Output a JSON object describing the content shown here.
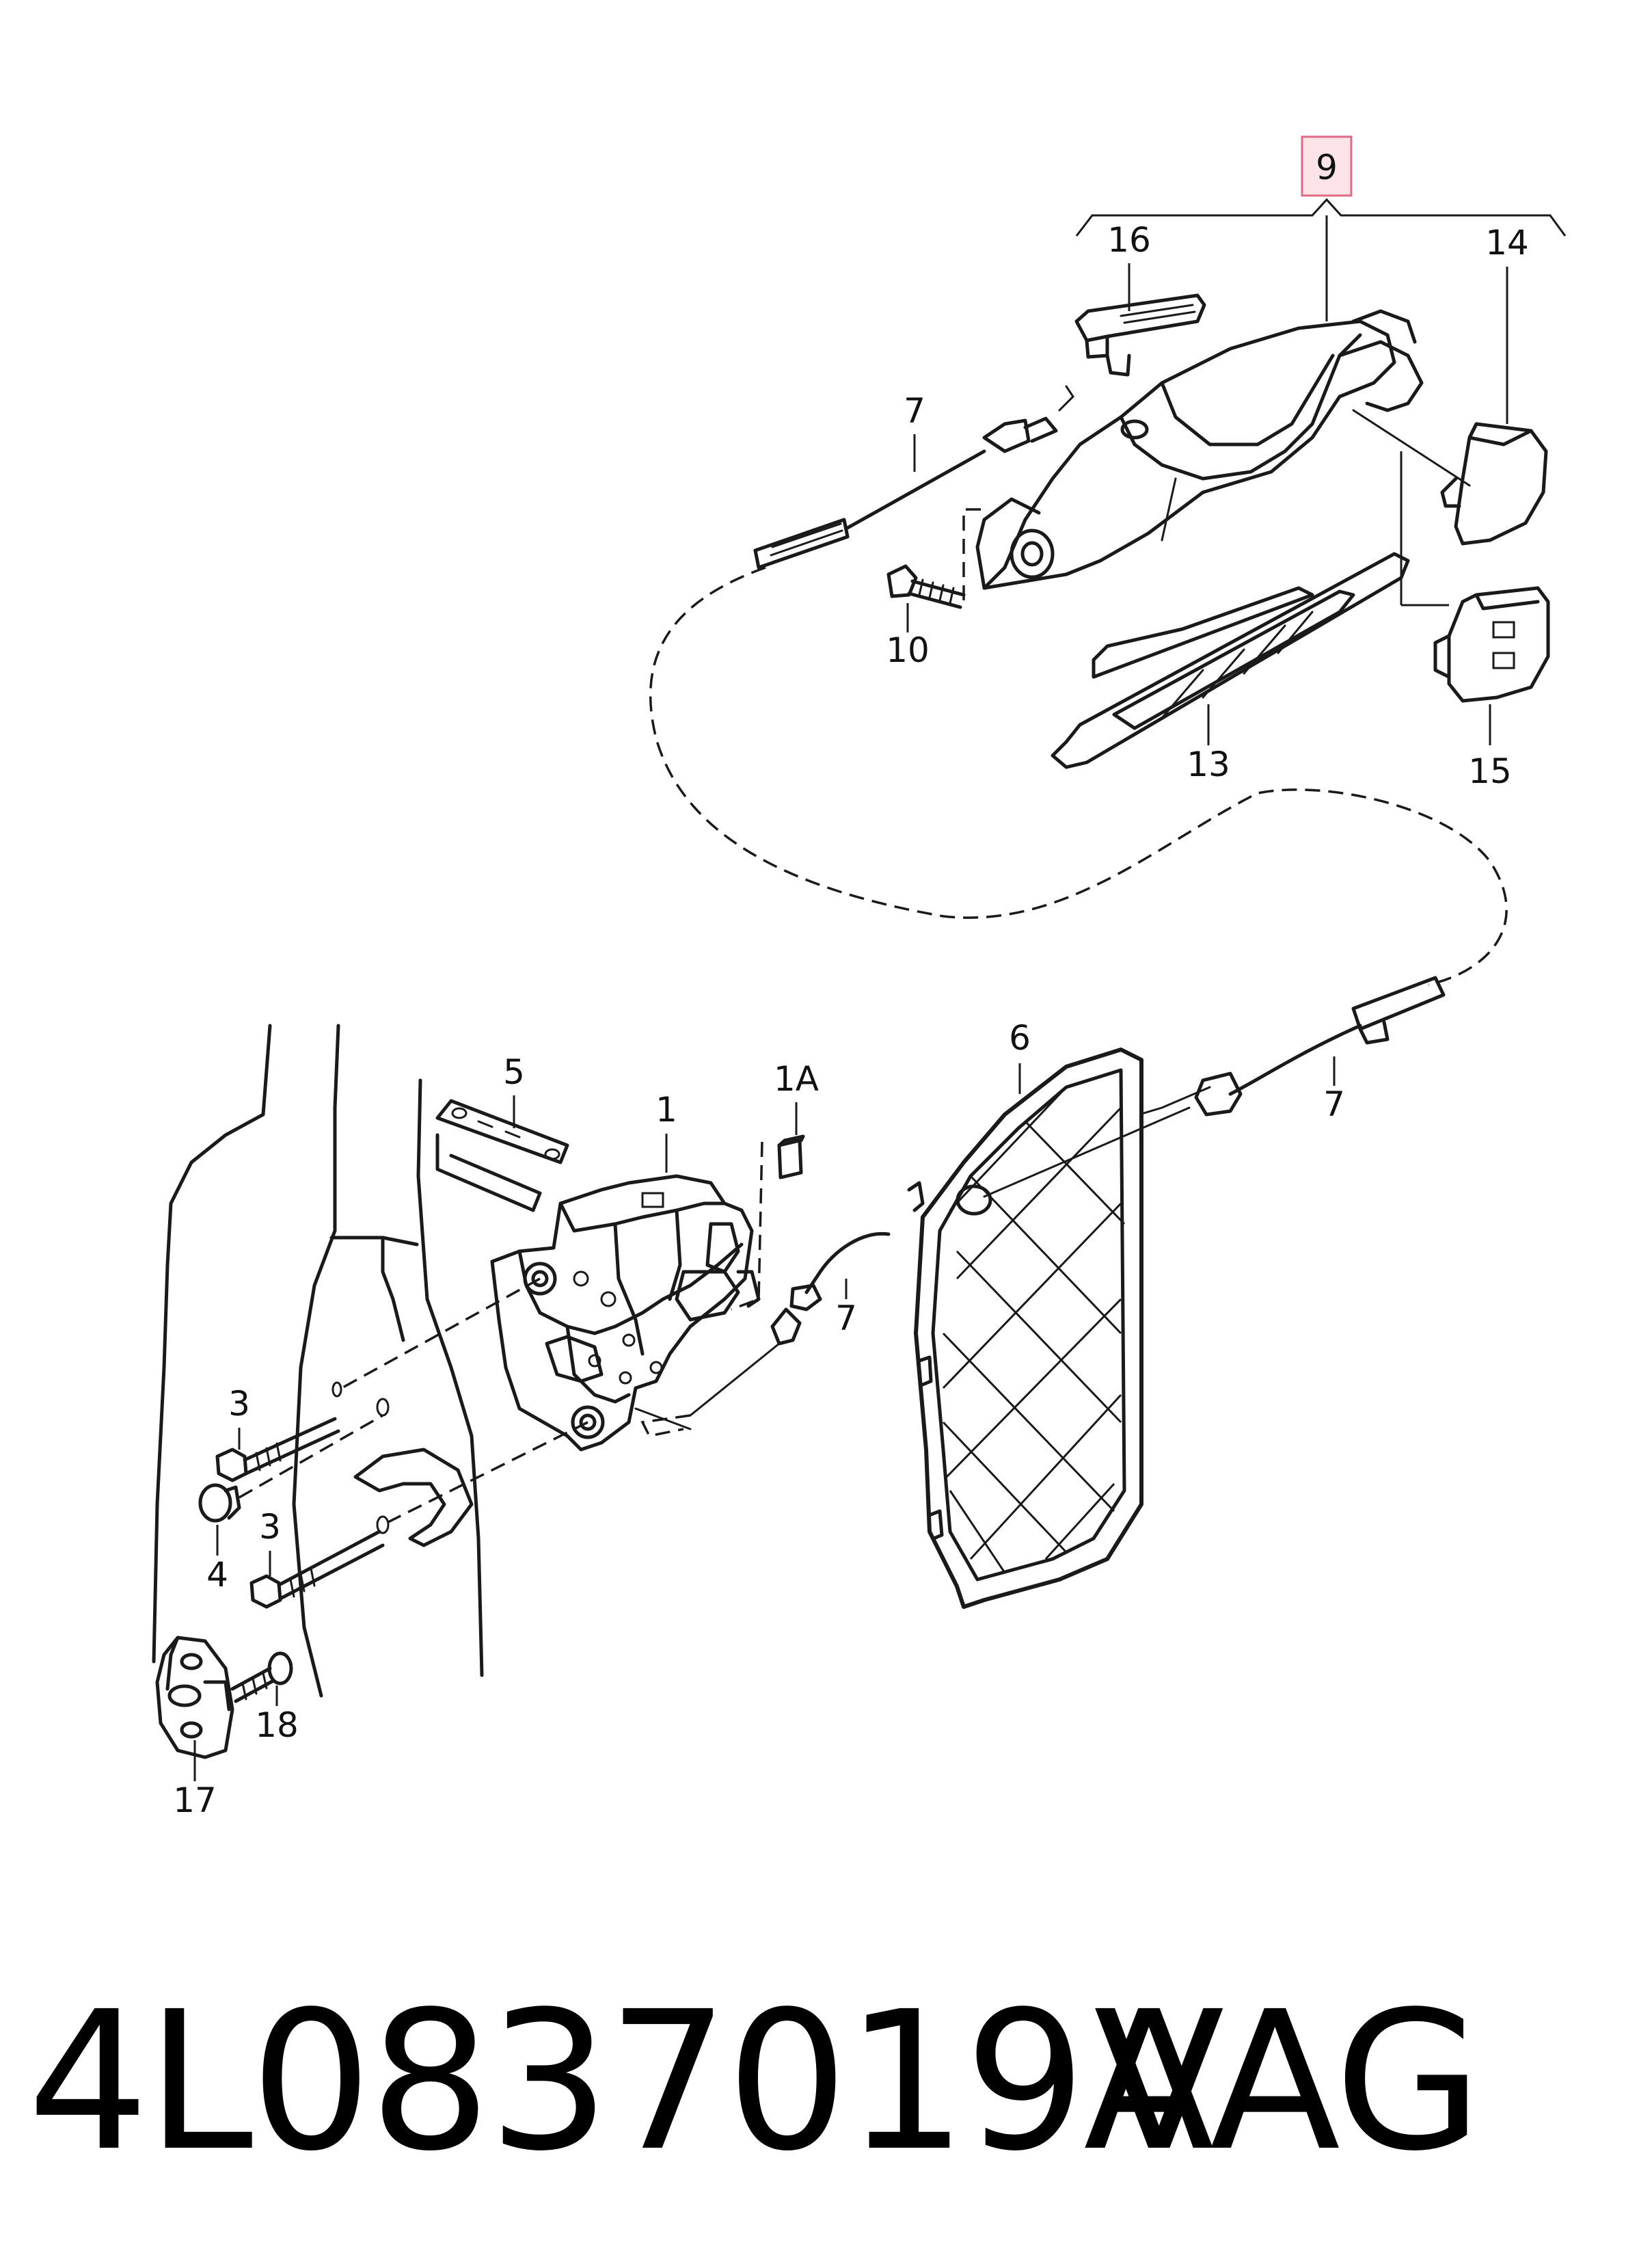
{
  "diagram": {
    "highlighted_callout": "9",
    "callouts": {
      "c1": "1",
      "c1a": "1A",
      "c3a": "3",
      "c3b": "3",
      "c4": "4",
      "c5": "5",
      "c6": "6",
      "c7a": "7",
      "c7b": "7",
      "c7c": "7",
      "c9": "9",
      "c10": "10",
      "c13": "13",
      "c14": "14",
      "c15": "15",
      "c16": "16",
      "c17": "17",
      "c18": "18"
    }
  },
  "caption": {
    "part_number": "4L0837019A",
    "brand": "VAG"
  },
  "colors": {
    "line": "#1a1a1a",
    "highlight_fill": "#fbe3e8",
    "highlight_stroke": "#e06b86"
  }
}
